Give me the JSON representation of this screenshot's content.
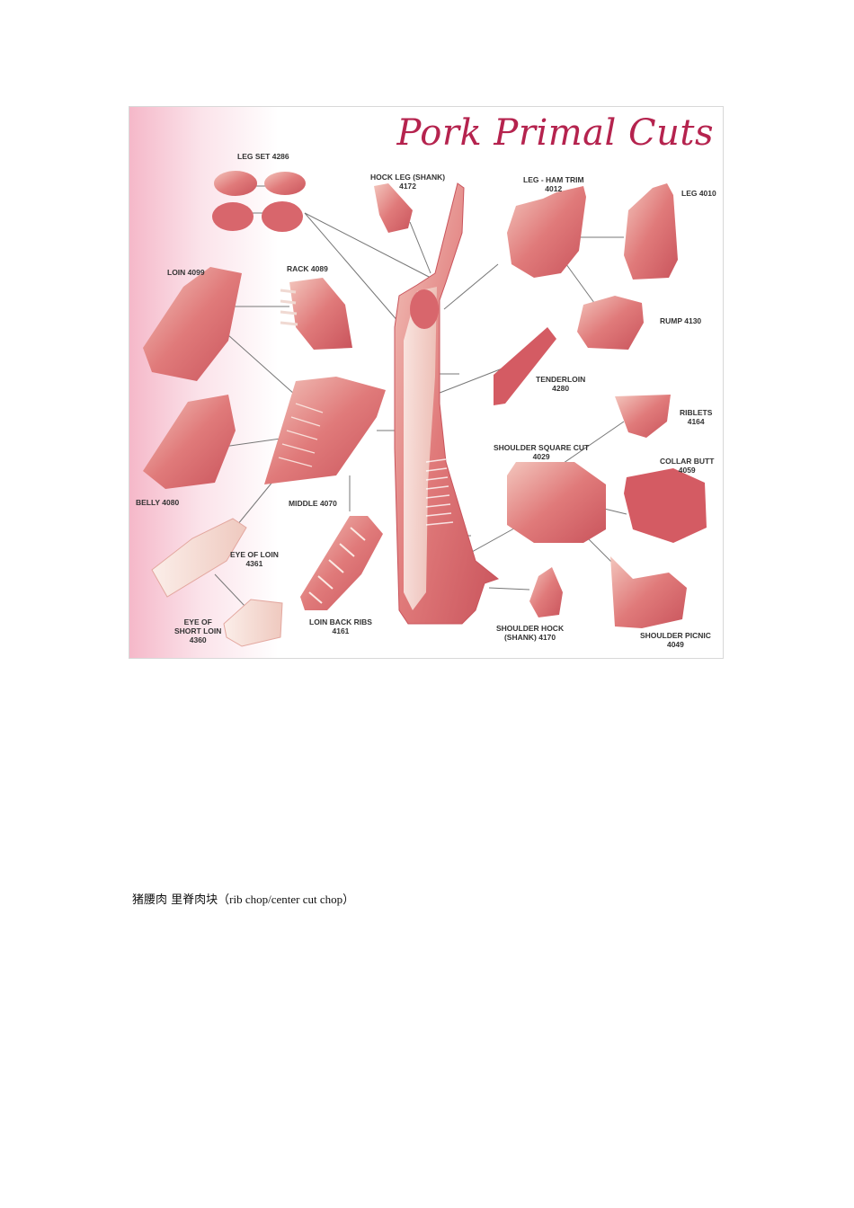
{
  "figure": {
    "title": "Pork Primal Cuts",
    "labels": {
      "leg_set": {
        "name": "LEG SET 4286",
        "code": ""
      },
      "hock_leg": {
        "name": "HOCK LEG (SHANK)",
        "code": "4172"
      },
      "leg_ham_trim": {
        "name": "LEG - HAM TRIM",
        "code": "4012"
      },
      "leg": {
        "name": "LEG 4010",
        "code": ""
      },
      "loin": {
        "name": "LOIN 4099",
        "code": ""
      },
      "rack": {
        "name": "RACK 4089",
        "code": ""
      },
      "rump": {
        "name": "RUMP 4130",
        "code": ""
      },
      "tenderloin": {
        "name": "TENDERLOIN",
        "code": "4280"
      },
      "riblets": {
        "name": "RIBLETS",
        "code": "4164"
      },
      "shoulder_square_cut": {
        "name": "SHOULDER SQUARE CUT",
        "code": "4029"
      },
      "collar_butt": {
        "name": "COLLAR BUTT",
        "code": "4059"
      },
      "belly": {
        "name": "BELLY 4080",
        "code": ""
      },
      "middle": {
        "name": "MIDDLE 4070",
        "code": ""
      },
      "eye_of_loin": {
        "name": "EYE OF LOIN",
        "code": "4361"
      },
      "eye_of_short_loin": {
        "name": "EYE OF",
        "code": "SHORT LOIN",
        "code2": "4360"
      },
      "loin_back_ribs": {
        "name": "LOIN BACK RIBS",
        "code": "4161"
      },
      "shoulder_hock": {
        "name": "SHOULDER HOCK",
        "code": "(SHANK) 4170"
      },
      "shoulder_picnic": {
        "name": "SHOULDER PICNIC",
        "code": "4049"
      }
    }
  },
  "caption": {
    "chinese": "猪腰肉  里脊肉块（",
    "latin": "rib chop/center cut chop",
    "close": "）"
  },
  "colors": {
    "title": "#b5234e",
    "meat": "#e07a7a",
    "fat": "#f6e3dc",
    "line": "#777777"
  }
}
